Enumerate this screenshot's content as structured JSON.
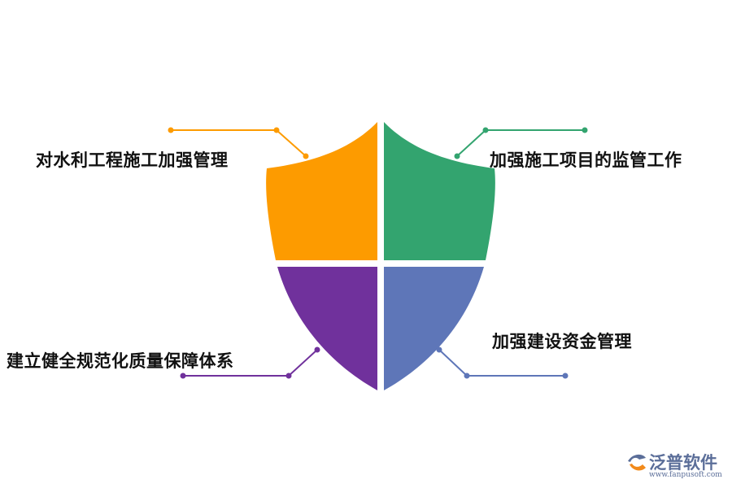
{
  "quadrants": [
    {
      "id": "top-left",
      "label": "对水利工程施工加强管理",
      "color": "#fd9b00"
    },
    {
      "id": "top-right",
      "label": "加强施工项目的监管工作",
      "color": "#33a46f"
    },
    {
      "id": "bottom-left",
      "label": "建立健全规范化质量保障体系",
      "color": "#70319c"
    },
    {
      "id": "bottom-right",
      "label": "加强建设资金管理",
      "color": "#5e76b8"
    }
  ],
  "logo": {
    "name": "泛普软件",
    "url": "www.fanpusoft.com",
    "color": "#5b6e99"
  }
}
